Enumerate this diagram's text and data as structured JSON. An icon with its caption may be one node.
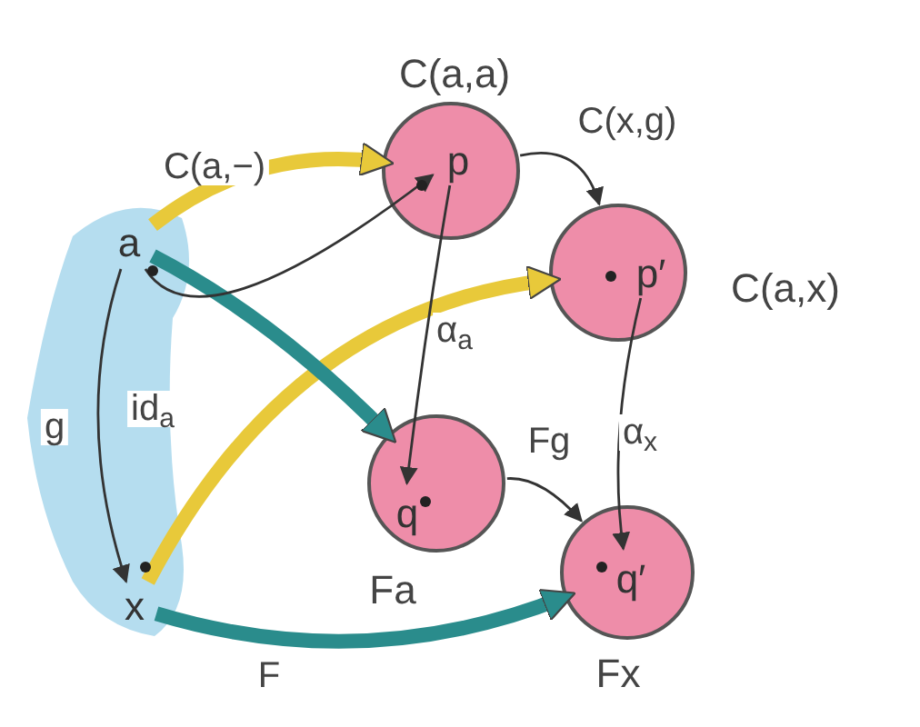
{
  "diagram": {
    "nodes": [
      {
        "text": [
          "a"
        ]
      },
      {
        "text": [
          "x"
        ]
      },
      {
        "text": [
          "C(a,a)"
        ]
      },
      {
        "text": [
          "p"
        ],
        "in": 2
      },
      {
        "text": [
          "C(a,x)"
        ]
      },
      {
        "text": [
          "p′"
        ],
        "in": 4
      },
      {
        "text": [
          "Fa"
        ]
      },
      {
        "text": [
          "q"
        ],
        "in": 6
      },
      {
        "text": [
          "Fx"
        ]
      },
      {
        "text": [
          "q′"
        ],
        "in": 8
      }
    ],
    "edges": [
      {
        "from": 0,
        "to": 2,
        "arrow": "to",
        "label": "C(a,−)",
        "style": "thick",
        "color": "#e8c93a"
      },
      {
        "from": 1,
        "to": 4,
        "arrow": "to",
        "style": "thick",
        "color": "#e8c93a"
      },
      {
        "from": 0,
        "to": 6,
        "arrow": "to",
        "style": "thick",
        "color": "#2a8c8c"
      },
      {
        "from": 1,
        "to": 8,
        "arrow": "to",
        "label": "F",
        "style": "thick",
        "color": "#2a8c8c"
      },
      {
        "from": 0,
        "to": 1,
        "arrow": "to",
        "label": "g"
      },
      {
        "from": 0,
        "to": 3,
        "arrow": "to",
        "label": "id$_{a}$"
      },
      {
        "from": 2,
        "to": 4,
        "arrow": "to",
        "label": "C(x,g)"
      },
      {
        "from": 3,
        "to": 7,
        "arrow": "to",
        "label": "α$_{a}$"
      },
      {
        "from": 5,
        "to": 9,
        "arrow": "to",
        "label": "α$_{x}$"
      },
      {
        "from": 6,
        "to": 8,
        "arrow": "to",
        "label": "Fg"
      }
    ]
  }
}
